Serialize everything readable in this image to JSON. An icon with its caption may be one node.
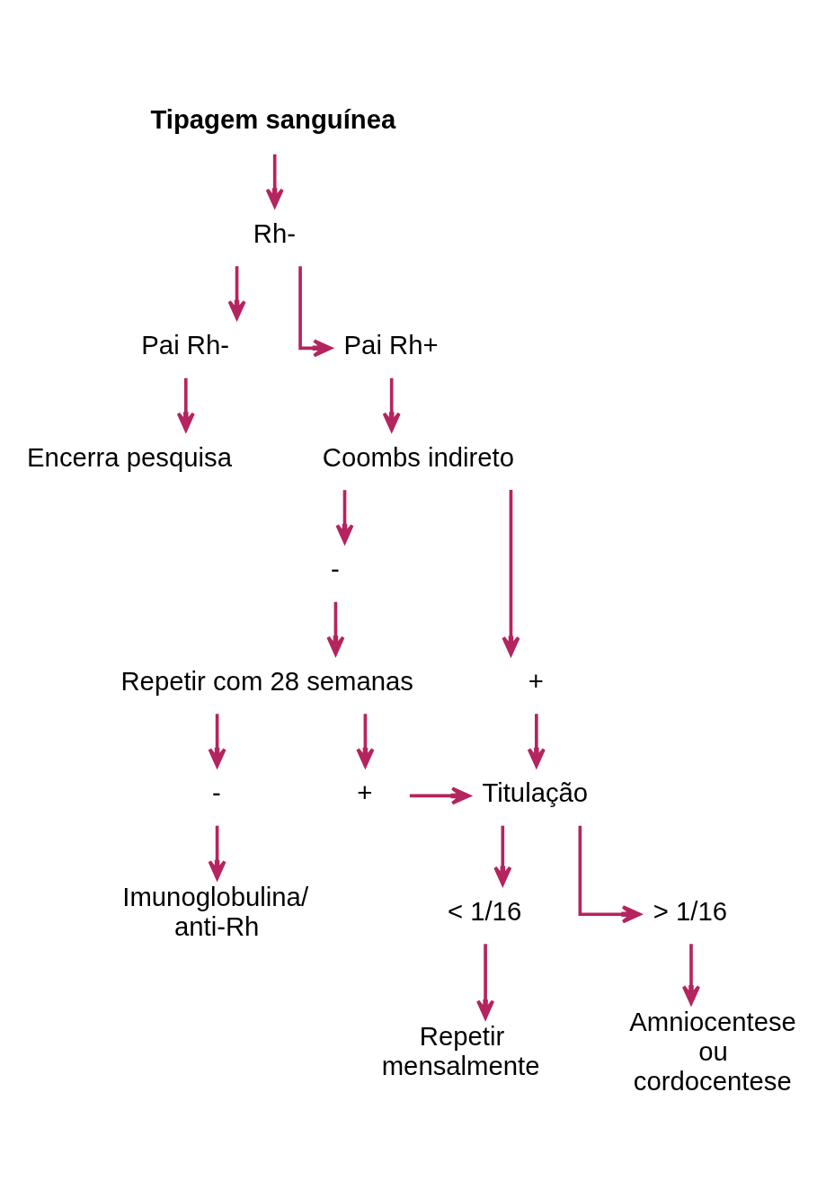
{
  "diagram": {
    "nodes": [
      {
        "text": [
          "Tipagem sanguínea"
        ]
      },
      {
        "text": [
          "Rh-"
        ]
      },
      {
        "text": [
          "Pai Rh-"
        ]
      },
      {
        "text": [
          "Pai Rh+"
        ]
      },
      {
        "text": [
          "Encerra pesquisa"
        ]
      },
      {
        "text": [
          "Coombs indireto"
        ]
      },
      {
        "text": [
          "-"
        ]
      },
      {
        "text": [
          "+"
        ]
      },
      {
        "text": [
          "Repetir com 28 semanas"
        ]
      },
      {
        "text": [
          "-"
        ]
      },
      {
        "text": [
          "+"
        ]
      },
      {
        "text": [
          "Titulação"
        ]
      },
      {
        "text": [
          "Imunoglobulina/ anti-Rh"
        ]
      },
      {
        "text": [
          "< 1/16"
        ]
      },
      {
        "text": [
          "> 1/16"
        ]
      },
      {
        "text": [
          "Repetir mensalmente"
        ]
      },
      {
        "text": [
          "Amniocentese ou cordocentese"
        ]
      }
    ],
    "edges": [
      {
        "from": 0,
        "to": 1,
        "arrow": "to"
      },
      {
        "from": 1,
        "to": 2,
        "arrow": "to"
      },
      {
        "from": 1,
        "to": 3,
        "arrow": "to"
      },
      {
        "from": 2,
        "to": 4,
        "arrow": "to"
      },
      {
        "from": 3,
        "to": 5,
        "arrow": "to"
      },
      {
        "from": 5,
        "to": 6,
        "arrow": "to"
      },
      {
        "from": 5,
        "to": 7,
        "arrow": "to"
      },
      {
        "from": 6,
        "to": 8,
        "arrow": "to"
      },
      {
        "from": 7,
        "to": 11,
        "arrow": "to"
      },
      {
        "from": 8,
        "to": 9,
        "arrow": "to"
      },
      {
        "from": 8,
        "to": 10,
        "arrow": "to"
      },
      {
        "from": 10,
        "to": 11,
        "arrow": "to"
      },
      {
        "from": 9,
        "to": 12,
        "arrow": "to"
      },
      {
        "from": 11,
        "to": 13,
        "arrow": "to"
      },
      {
        "from": 11,
        "to": 14,
        "arrow": "to"
      },
      {
        "from": 13,
        "to": 15,
        "arrow": "to"
      },
      {
        "from": 14,
        "to": 16,
        "arrow": "to"
      }
    ]
  }
}
